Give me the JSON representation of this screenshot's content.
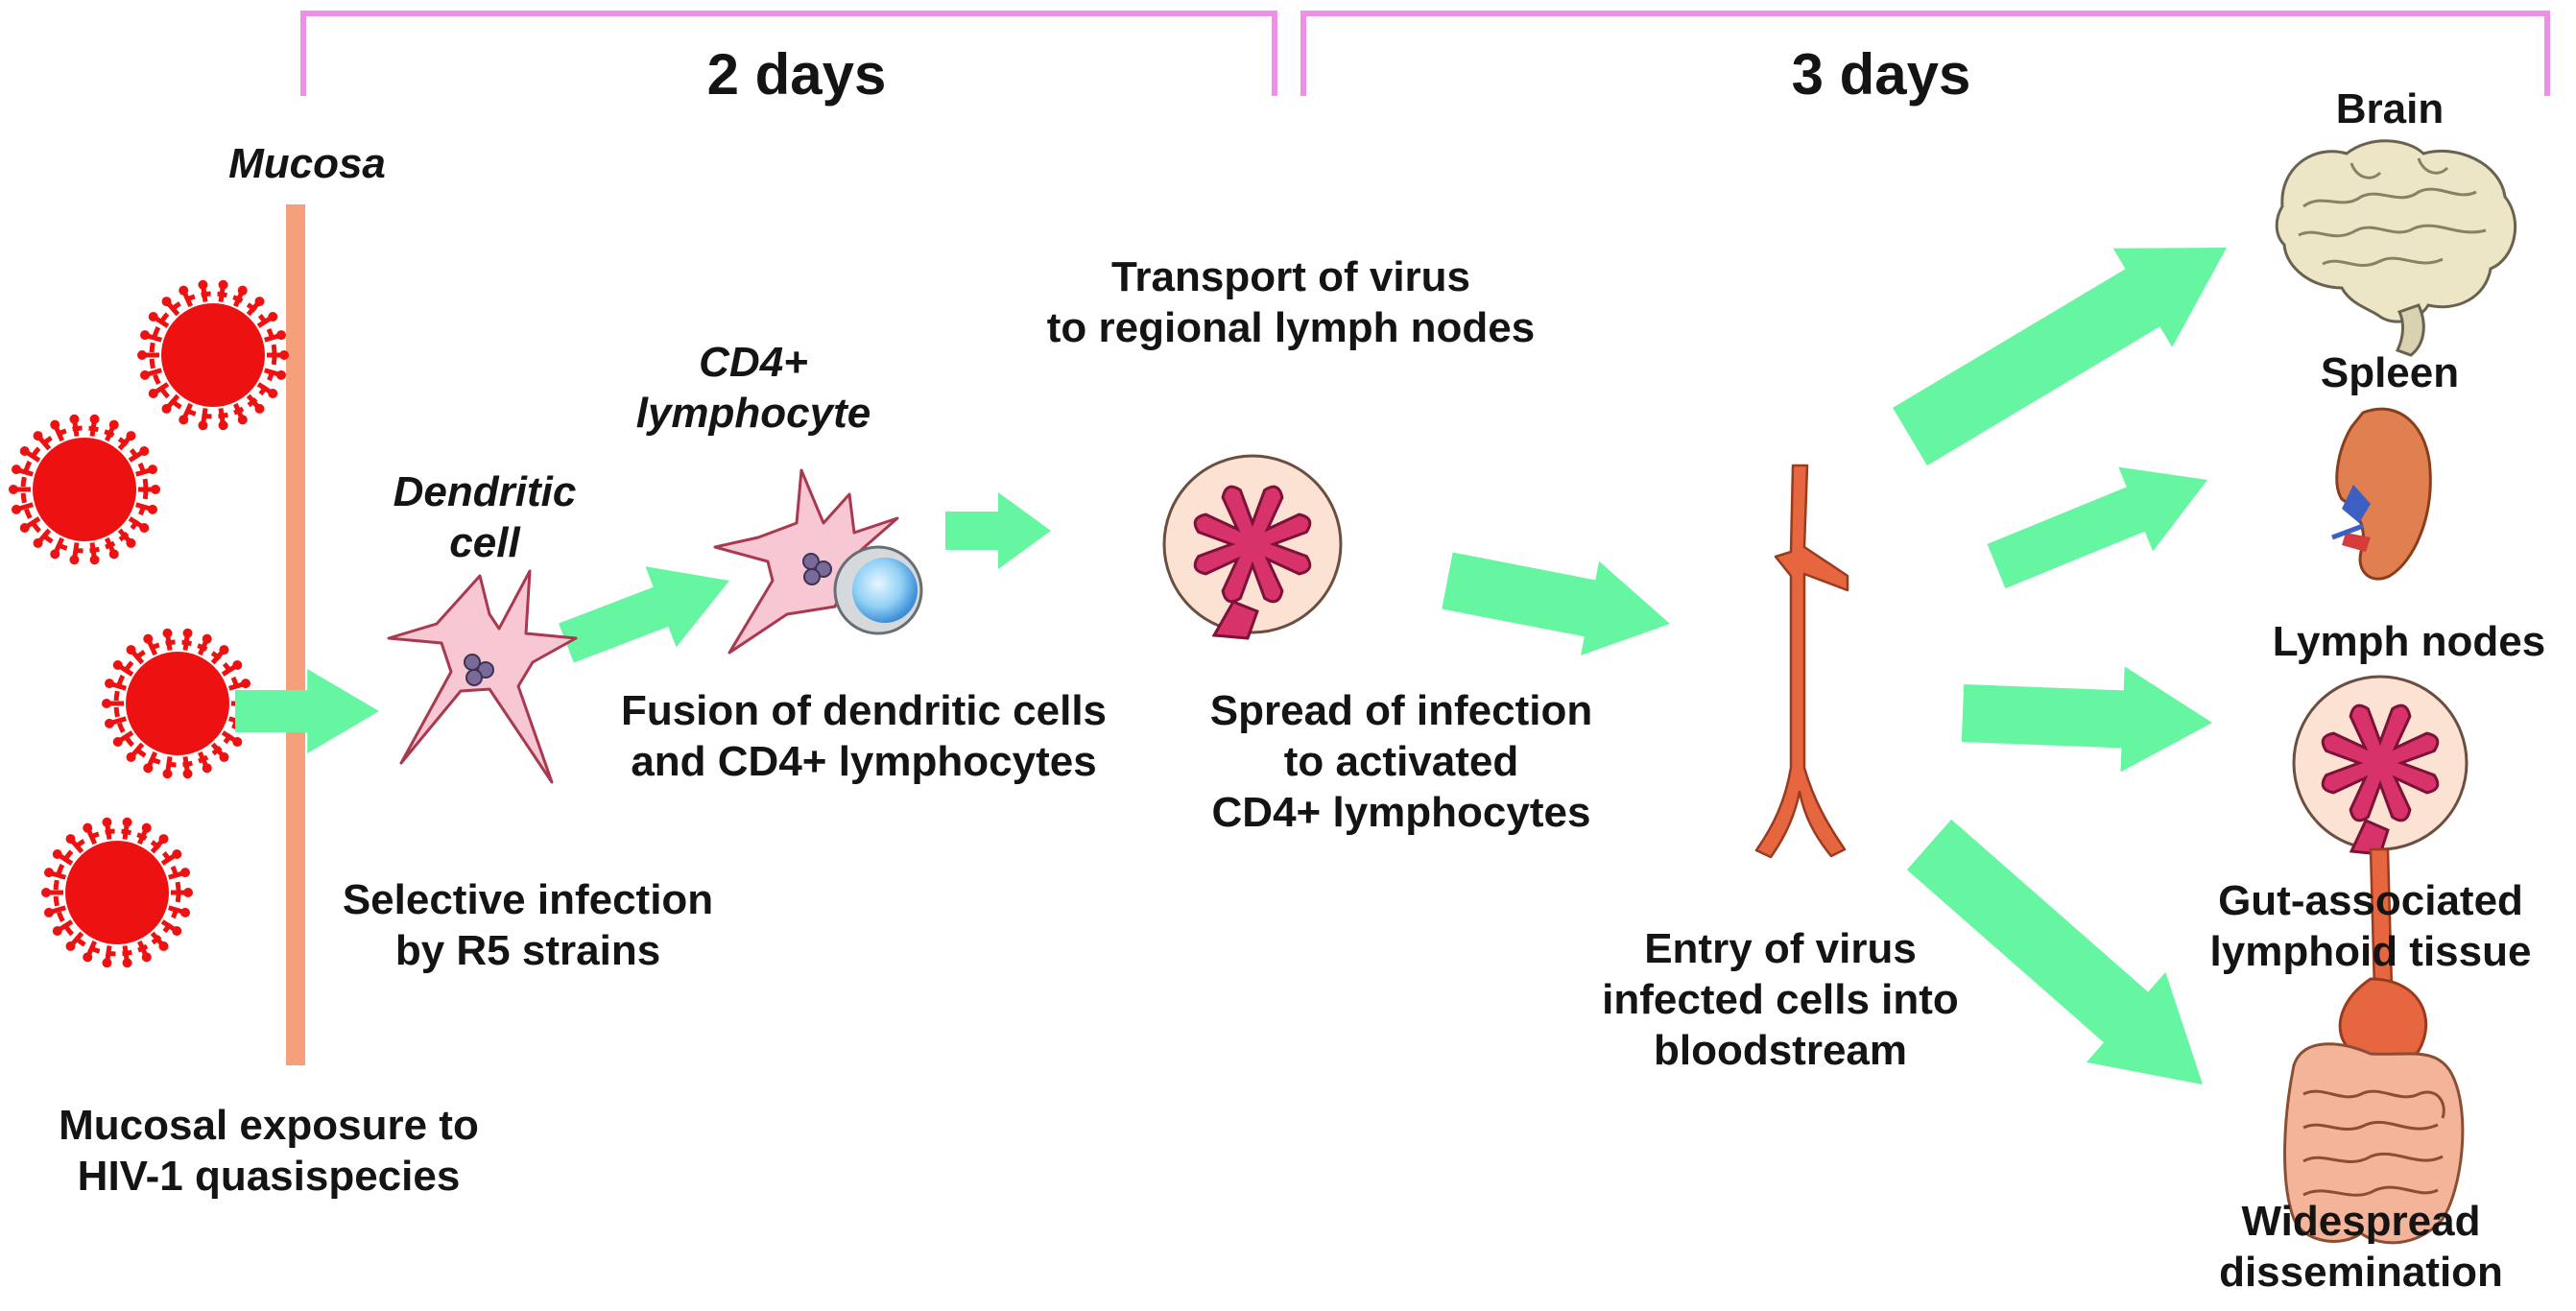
{
  "timeline": {
    "period_1": "2 days",
    "period_2": "3 days"
  },
  "labels": {
    "mucosa": "Mucosa",
    "dendritic_cell": "Dendritic\ncell",
    "cd4_lymphocyte": "CD4+\nlymphocyte",
    "transport": "Transport of virus\nto regional lymph nodes",
    "fusion": "Fusion of dendritic cells\nand CD4+ lymphocytes",
    "spread": "Spread of infection\nto activated\nCD4+ lymphocytes",
    "selective": "Selective infection\nby R5 strains",
    "mucosal_exposure": "Mucosal exposure to\nHIV-1 quasispecies",
    "entry": "Entry of virus\ninfected cells into\nbloodstream",
    "brain": "Brain",
    "spleen": "Spleen",
    "lymph_nodes": "Lymph nodes",
    "gut": "Gut-associated\nlymphoid tissue",
    "widespread": "Widespread\ndissemination"
  },
  "colors": {
    "bracket": "#ee8fe8",
    "mucosa_bar": "#f4a07a",
    "virus": "#ee1111",
    "arrow": "#66f5a0",
    "cell_fill": "#f7c8d4",
    "cell_stroke": "#a8394f",
    "node_fill": "#fbe2d3",
    "node_pink": "#d8326a",
    "artery": "#e5663f",
    "brain": "#ece6c6",
    "spleen": "#e07f4f",
    "gut": "#f3b49a"
  },
  "icons": {
    "virus": "virus-icon",
    "dendritic": "dendritic-cell-icon",
    "cd4": "cd4-lymphocyte-icon",
    "lymph": "lymph-node-icon",
    "artery": "artery-icon",
    "brain": "brain-icon",
    "spleen": "spleen-icon",
    "gut": "intestine-icon"
  }
}
